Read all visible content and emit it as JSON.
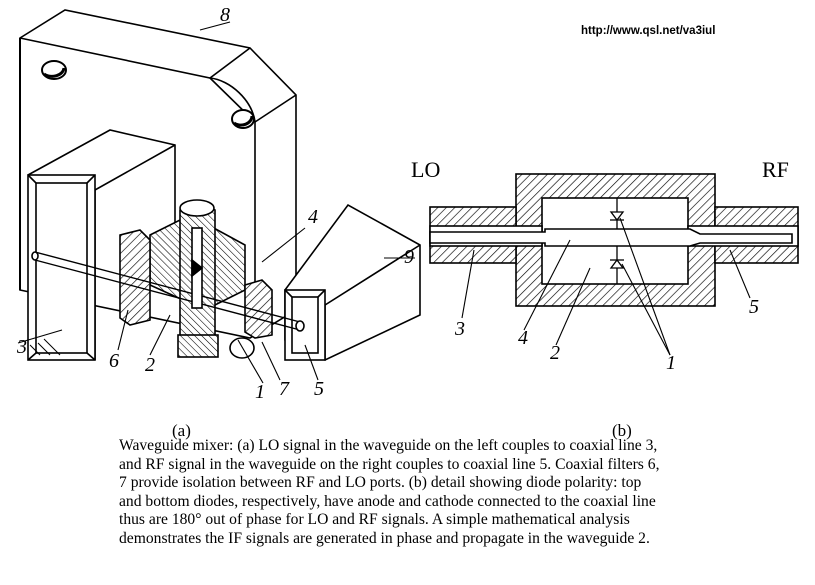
{
  "url": "http://www.qsl.net/va3iul",
  "labels_a": {
    "n8": "8",
    "n4": "4",
    "n9": "9",
    "n3": "3",
    "n6": "6",
    "n2": "2",
    "n1": "1",
    "n7": "7",
    "n5": "5"
  },
  "labels_b": {
    "lo": "LO",
    "rf": "RF",
    "n3": "3",
    "n4": "4",
    "n2": "2",
    "n1": "1",
    "n5": "5"
  },
  "panel_labels": {
    "a": "(a)",
    "b": "(b)"
  },
  "caption_lines": [
    "Waveguide mixer:  (a) LO signal in the waveguide on the left couples to coaxial line 3,",
    "and RF signal in the waveguide on the right couples to coaxial line 5. Coaxial filters 6,",
    "7 provide isolation between RF and LO ports. (b) detail showing diode polarity: top",
    "and bottom diodes, respectively, have anode and cathode connected to the coaxial line",
    "thus are 180° out of phase for LO and RF signals. A simple mathematical analysis",
    "demonstrates the IF signals are generated in phase and propagate in the waveguide 2."
  ]
}
